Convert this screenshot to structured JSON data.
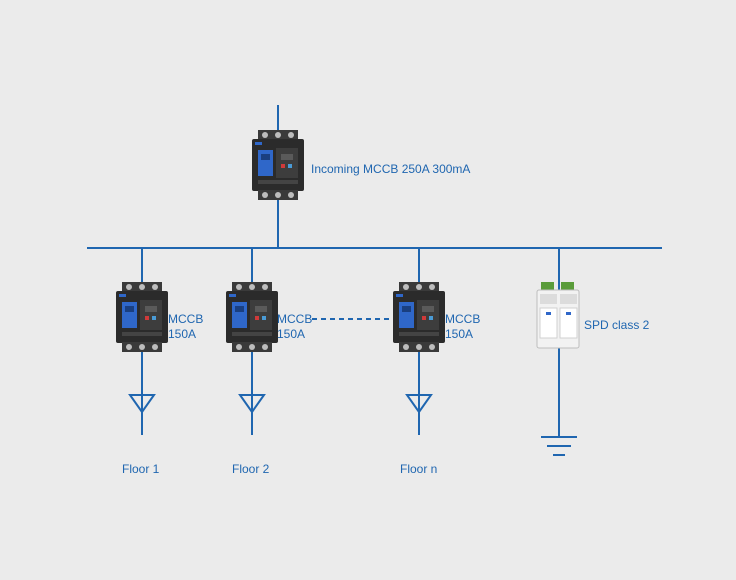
{
  "colors": {
    "background": "#ebebeb",
    "line": "#1f66b0",
    "text": "#1f66b0",
    "breaker_body": "#2b2b2b",
    "breaker_accent": "#2f67c9",
    "spd_body": "#f2f2f2"
  },
  "incoming": {
    "label": "Incoming MCCB 250A 300mA",
    "icon": "mccb-breaker-icon"
  },
  "branches": [
    {
      "label_line1": "MCCB",
      "label_line2": "150A",
      "floor": "Floor 1",
      "icon": "mccb-breaker-icon"
    },
    {
      "label_line1": "MCCB",
      "label_line2": "150A",
      "floor": "Floor 2",
      "icon": "mccb-breaker-icon"
    },
    {
      "label_line1": "MCCB",
      "label_line2": "150A",
      "floor": "Floor n",
      "icon": "mccb-breaker-icon"
    }
  ],
  "spd": {
    "label": "SPD class 2",
    "icon": "surge-protection-device-icon",
    "ground_icon": "ground-icon"
  },
  "load_icon": "load-arrow-icon"
}
